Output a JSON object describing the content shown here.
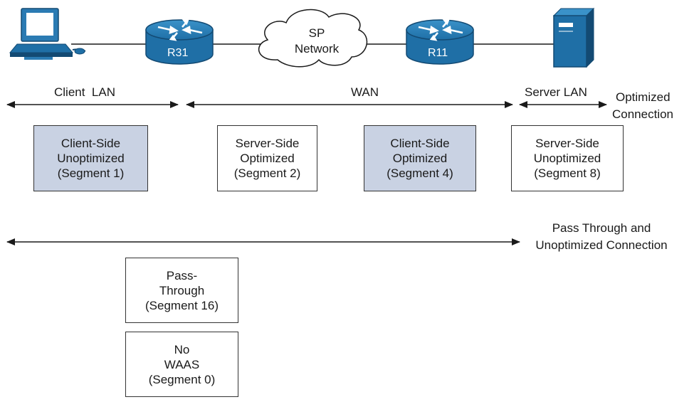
{
  "devices": {
    "client": "client-pc",
    "router_left": "R31",
    "cloud": [
      "SP",
      "Network"
    ],
    "router_right": "R11",
    "server": "server"
  },
  "spans": {
    "client_lan": "Client  LAN",
    "wan": "WAN",
    "server_lan": "Server LAN",
    "optimized": [
      "Optimized",
      "Connection"
    ],
    "passthrough": [
      "Pass Through and",
      "Unoptimized Connection"
    ]
  },
  "segments": [
    {
      "lines": [
        "Client-Side",
        "Unoptimized",
        "(Segment 1)"
      ],
      "shaded": true
    },
    {
      "lines": [
        "Server-Side",
        "Optimized",
        "(Segment 2)"
      ],
      "shaded": false
    },
    {
      "lines": [
        "Client-Side",
        "Optimized",
        "(Segment 4)"
      ],
      "shaded": true
    },
    {
      "lines": [
        "Server-Side",
        "Unoptimized",
        "(Segment 8)"
      ],
      "shaded": false
    },
    {
      "lines": [
        "Pass-",
        "Through",
        "(Segment 16)"
      ],
      "shaded": false
    },
    {
      "lines": [
        "No",
        "WAAS",
        "(Segment 0)"
      ],
      "shaded": false
    }
  ],
  "colors": {
    "device_blue": "#1f6fa6",
    "device_dark": "#134a73",
    "segment_shade": "#c9d2e3",
    "line": "#1a1a1a"
  }
}
